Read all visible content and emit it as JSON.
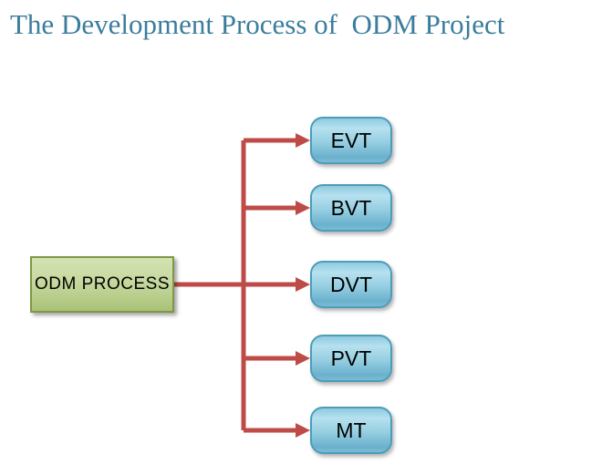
{
  "title": "The Development Process of  ODM Project",
  "colors": {
    "title-color": "#3b7d9c",
    "arrow-color": "#be4b48",
    "green-border": "#7e9845",
    "blue-border": "#4c9cba"
  },
  "source": {
    "label": "ODM PROCESS"
  },
  "stages": [
    {
      "label": "EVT"
    },
    {
      "label": "BVT"
    },
    {
      "label": "DVT"
    },
    {
      "label": "PVT"
    },
    {
      "label": "MT"
    }
  ]
}
